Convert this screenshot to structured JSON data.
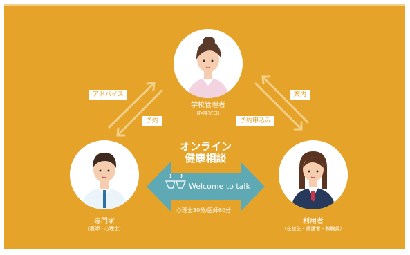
{
  "colors": {
    "background": "#E5A32A",
    "arrow": "#F3D08A",
    "center_arrow": "#5FA9B5"
  },
  "nodes": {
    "admin": {
      "name": "学校管理者",
      "sub": "（相談窓口）",
      "icon": "school-admin-woman"
    },
    "expert": {
      "name": "専門家",
      "sub": "（医師・心理士）",
      "icon": "doctor-man"
    },
    "user": {
      "name": "利用者",
      "sub": "（在校生・保護者・教職員）",
      "icon": "student-girl"
    }
  },
  "edges": {
    "advice": "アドバイス",
    "reserve": "予約",
    "info": "案内",
    "reserve_apply": "予約申込み"
  },
  "center": {
    "title_line1": "オンライン",
    "title_line2": "健康相談",
    "welcome": "Welcome to talk",
    "fee": "心理士30分/医師60分"
  }
}
